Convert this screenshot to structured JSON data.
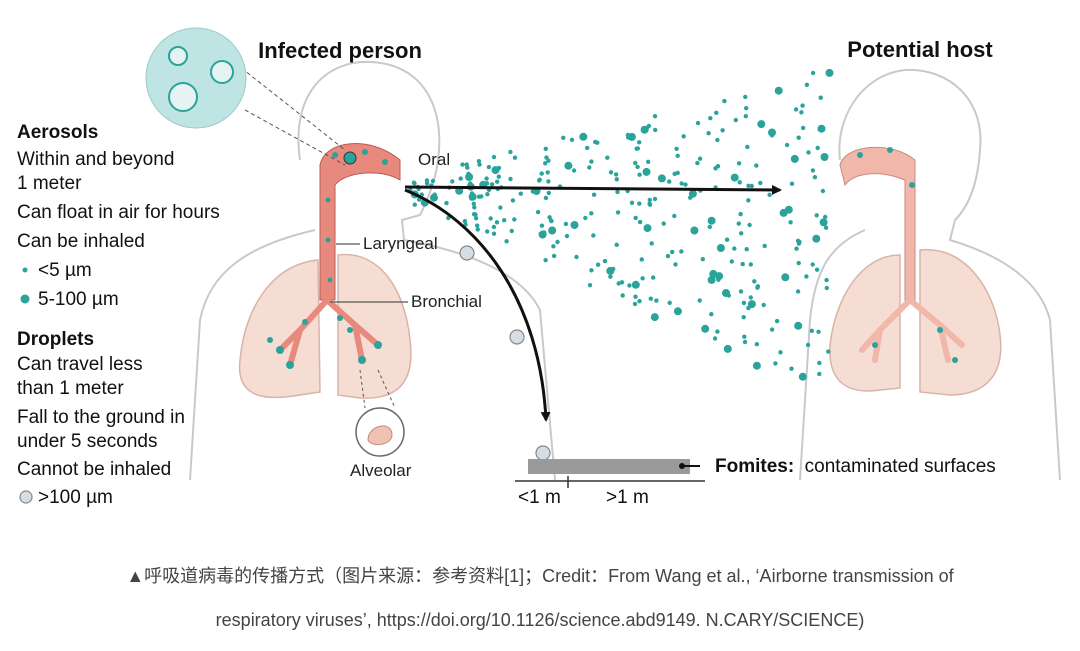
{
  "figure": {
    "infected_title": "Infected person",
    "host_title": "Potential host",
    "aerosols": {
      "heading": "Aerosols",
      "lines": [
        "Within and beyond",
        "1 meter",
        "Can float in air for hours",
        "Can be inhaled"
      ],
      "size_small": "<5 µm",
      "size_large": "5-100 µm"
    },
    "droplets": {
      "heading": "Droplets",
      "lines": [
        "Can travel less",
        "than 1 meter",
        "Fall to the ground in",
        "under 5 seconds",
        "Cannot be inhaled"
      ],
      "size": ">100 µm"
    },
    "labels": {
      "oral": "Oral",
      "laryngeal": "Laryngeal",
      "bronchial": "Bronchial",
      "alveolar": "Alveolar"
    },
    "fomites": {
      "title": "Fomites:",
      "desc": "contaminated surfaces",
      "near": "<1 m",
      "far": ">1 m"
    },
    "colors": {
      "teal": "#2aa39a",
      "airway": "#e8897d",
      "lung": "#f6ddd3",
      "droplet": "#d6dde4",
      "surface": "#9a9a9a",
      "virus_bubble": "#bfe4e4"
    }
  },
  "caption": {
    "line1": "▲呼吸道病毒的传播方式（图片来源：参考资料[1]；Credit：From Wang et al., ‘Airborne transmission of",
    "line2": "respiratory viruses’, https://doi.org/10.1126/science.abd9149. N.CARY/SCIENCE)"
  }
}
